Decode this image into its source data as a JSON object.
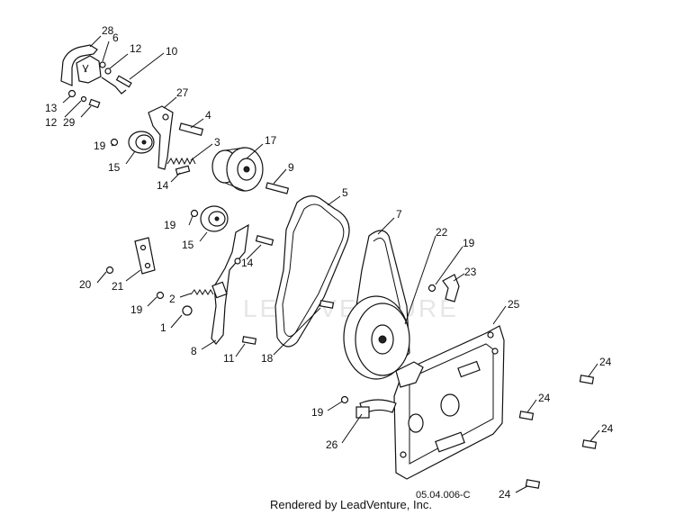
{
  "callouts": [
    "28",
    "6",
    "12",
    "10",
    "13",
    "12",
    "29",
    "27",
    "4",
    "19",
    "3",
    "15",
    "17",
    "14",
    "9",
    "5",
    "7",
    "19",
    "15",
    "14",
    "22",
    "19",
    "20",
    "21",
    "23",
    "19",
    "1",
    "25",
    "2",
    "18",
    "8",
    "11",
    "24",
    "24",
    "19",
    "26",
    "24",
    "24"
  ],
  "footer": "Rendered by LeadVenture, Inc.",
  "diagram_code": "05.04.006-C",
  "watermark": "LEADVENTURE"
}
